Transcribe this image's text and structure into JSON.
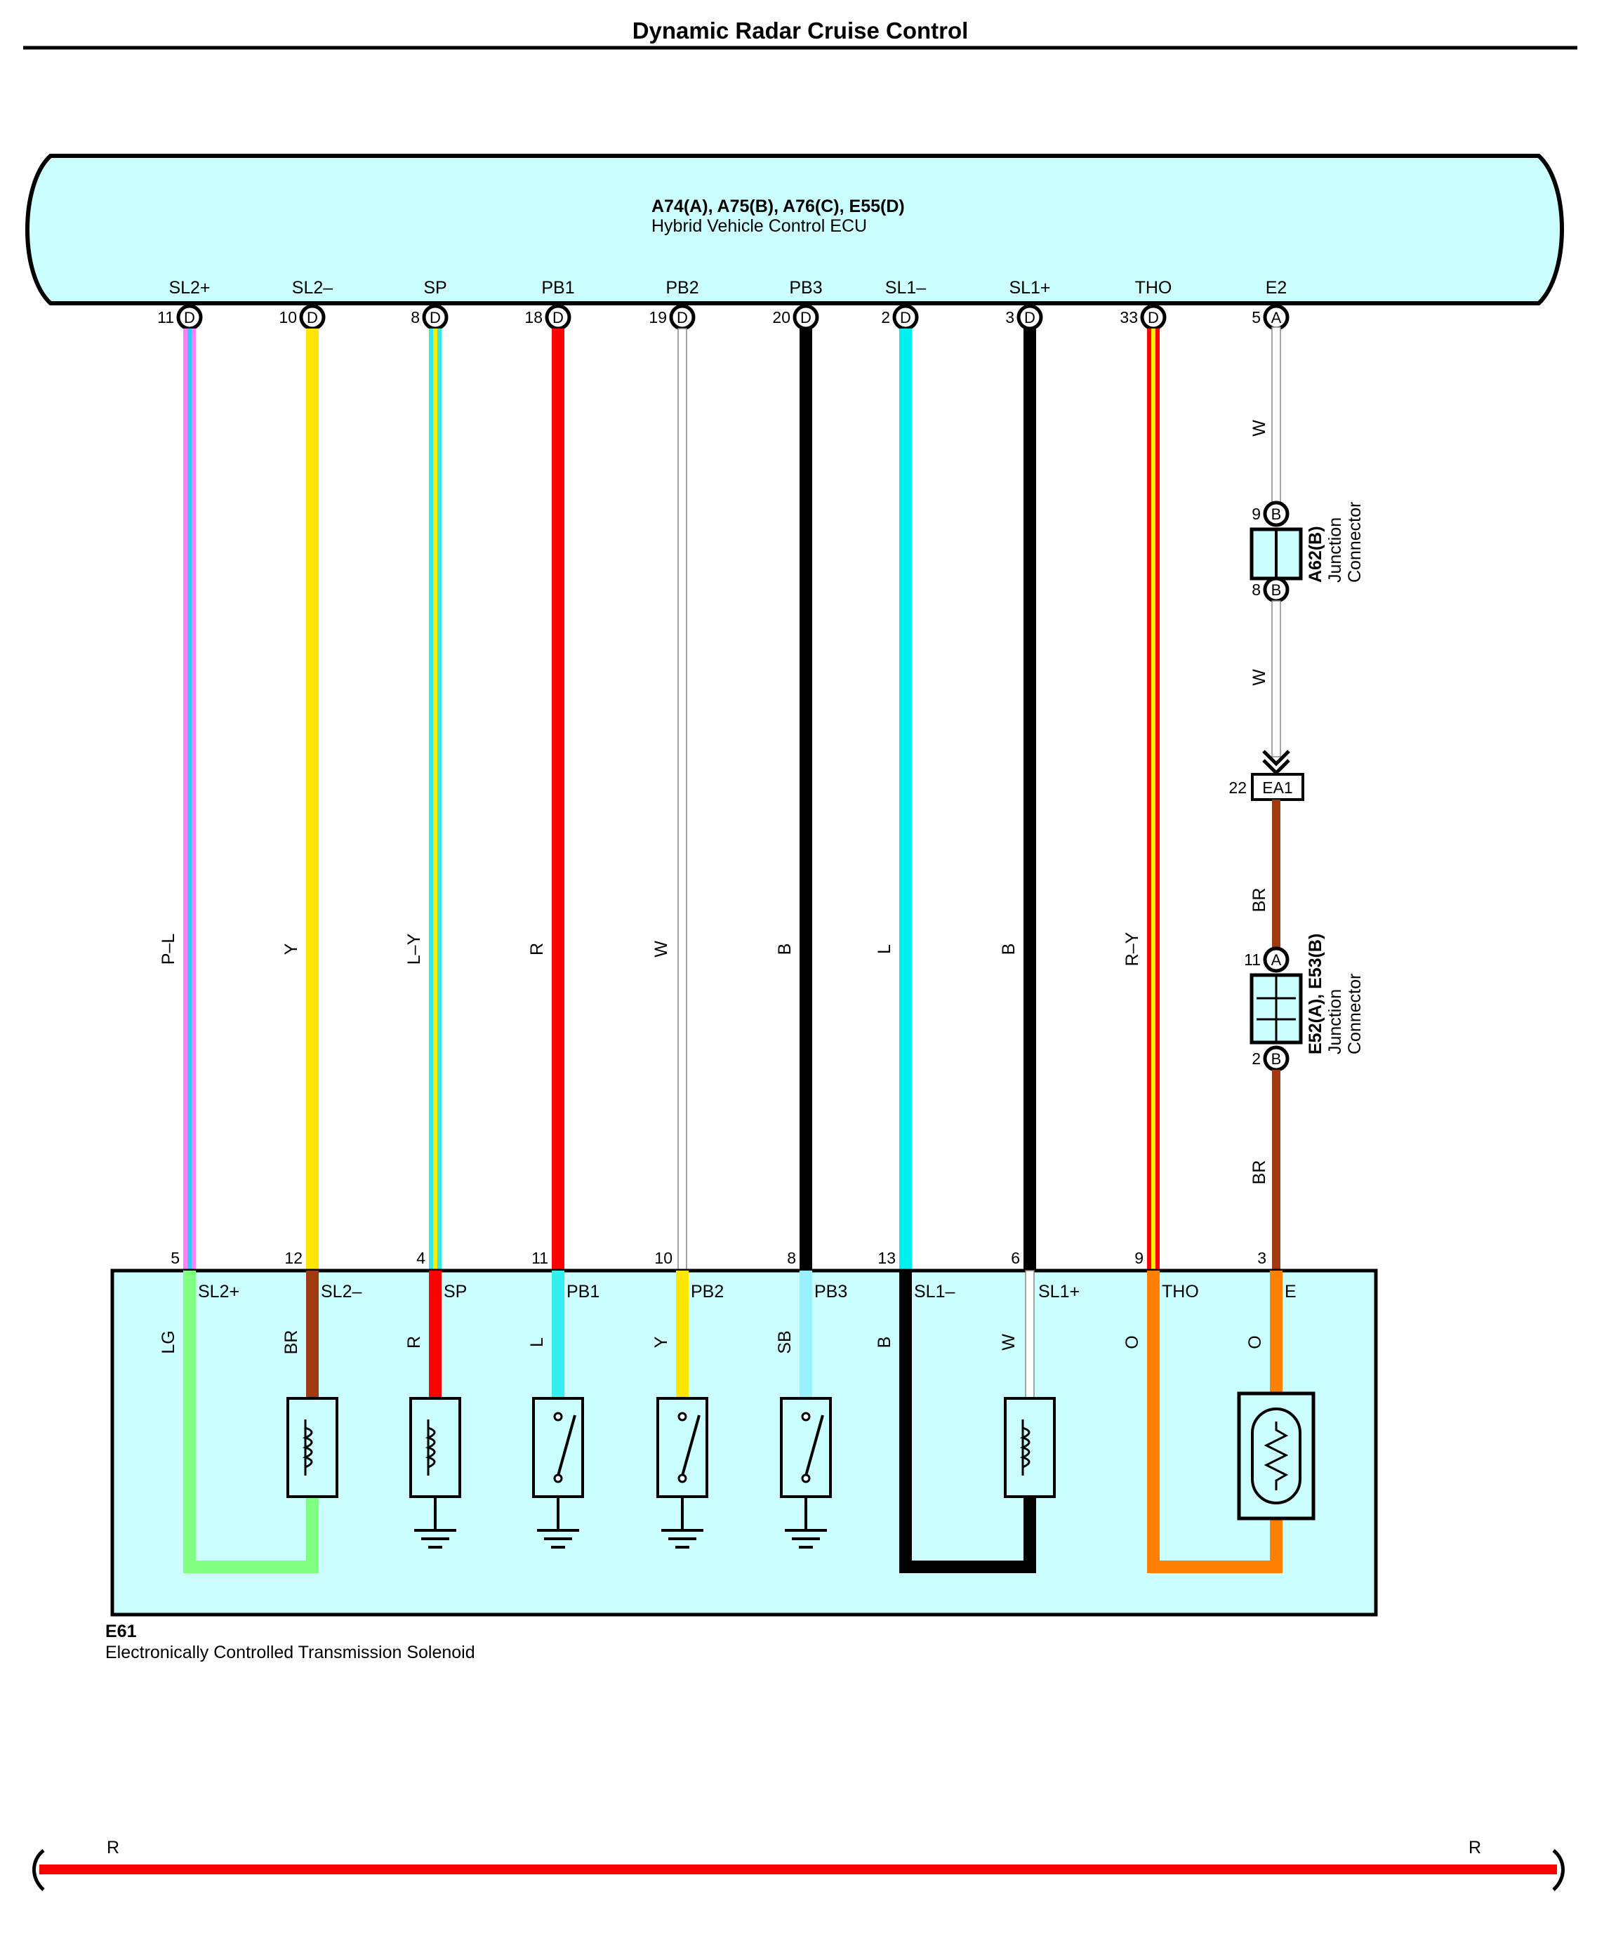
{
  "title": "Dynamic Radar Cruise Control",
  "ecu": {
    "connectors": "A74(A), A75(B), A76(C), E55(D)",
    "name": "Hybrid Vehicle Control ECU",
    "terminals": [
      {
        "name": "SL2+",
        "pin": "11",
        "conn": "D"
      },
      {
        "name": "SL2–",
        "pin": "10",
        "conn": "D"
      },
      {
        "name": "SP",
        "pin": "8",
        "conn": "D"
      },
      {
        "name": "PB1",
        "pin": "18",
        "conn": "D"
      },
      {
        "name": "PB2",
        "pin": "19",
        "conn": "D"
      },
      {
        "name": "PB3",
        "pin": "20",
        "conn": "D"
      },
      {
        "name": "SL1–",
        "pin": "2",
        "conn": "D"
      },
      {
        "name": "SL1+",
        "pin": "3",
        "conn": "D"
      },
      {
        "name": "THO",
        "pin": "33",
        "conn": "D"
      },
      {
        "name": "E2",
        "pin": "5",
        "conn": "A"
      }
    ]
  },
  "wires": [
    {
      "code": "P–L",
      "colors": [
        "#ff80ff",
        "#33c8ff"
      ]
    },
    {
      "code": "Y",
      "colors": [
        "#ffe600"
      ]
    },
    {
      "code": "L–Y",
      "colors": [
        "#33e8e8",
        "#ffee00"
      ]
    },
    {
      "code": "R",
      "colors": [
        "#ff0000"
      ]
    },
    {
      "code": "W",
      "colors": [
        "#ffffff"
      ]
    },
    {
      "code": "B",
      "colors": [
        "#000000"
      ]
    },
    {
      "code": "L",
      "colors": [
        "#00f0f0"
      ]
    },
    {
      "code": "B",
      "colors": [
        "#000000"
      ]
    },
    {
      "code": "R–Y",
      "colors": [
        "#ff0000",
        "#ffee00"
      ]
    }
  ],
  "e2_circuit": {
    "wire_top": "W",
    "wire_mid": "W",
    "a62": {
      "connector": "A62(B)",
      "line1": "Junction",
      "line2": "Connector",
      "pin_top": "9",
      "pin_bottom": "8",
      "conn": "B"
    },
    "ea1": {
      "pin": "22",
      "label": "EA1"
    },
    "wire_br1": "BR",
    "e52": {
      "connector": "E52(A), E53(B)",
      "line1": "Junction",
      "line2": "Connector",
      "pin_top": "11",
      "conn_top": "A",
      "pin_bottom": "2",
      "conn_bottom": "B"
    },
    "wire_br2": "BR",
    "colors": {
      "w": "#ffffff",
      "br": "#a03a10"
    }
  },
  "solenoid": {
    "id": "E61",
    "name": "Electronically Controlled Transmission Solenoid",
    "fill": "#ccffff",
    "pins": [
      "5",
      "12",
      "4",
      "11",
      "10",
      "8",
      "13",
      "6",
      "9",
      "3"
    ],
    "terminals": [
      "SL2+",
      "SL2–",
      "SP",
      "PB1",
      "PB2",
      "PB3",
      "SL1–",
      "SL1+",
      "THO",
      "E"
    ],
    "internal_wires": [
      {
        "code": "LG",
        "color": "#80ff80"
      },
      {
        "code": "BR",
        "color": "#a03a10"
      },
      {
        "code": "R",
        "color": "#ff0000"
      },
      {
        "code": "L",
        "color": "#33f0f0"
      },
      {
        "code": "Y",
        "color": "#ffe600"
      },
      {
        "code": "SB",
        "color": "#99f0ff"
      },
      {
        "code": "B",
        "color": "#000000"
      },
      {
        "code": "W",
        "color": "#ffffff"
      },
      {
        "code": "O",
        "color": "#ff8000"
      },
      {
        "code": "O",
        "color": "#ff8000"
      }
    ]
  },
  "bottom_bus": {
    "left_label": "R",
    "right_label": "R",
    "color": "#ff0000"
  }
}
